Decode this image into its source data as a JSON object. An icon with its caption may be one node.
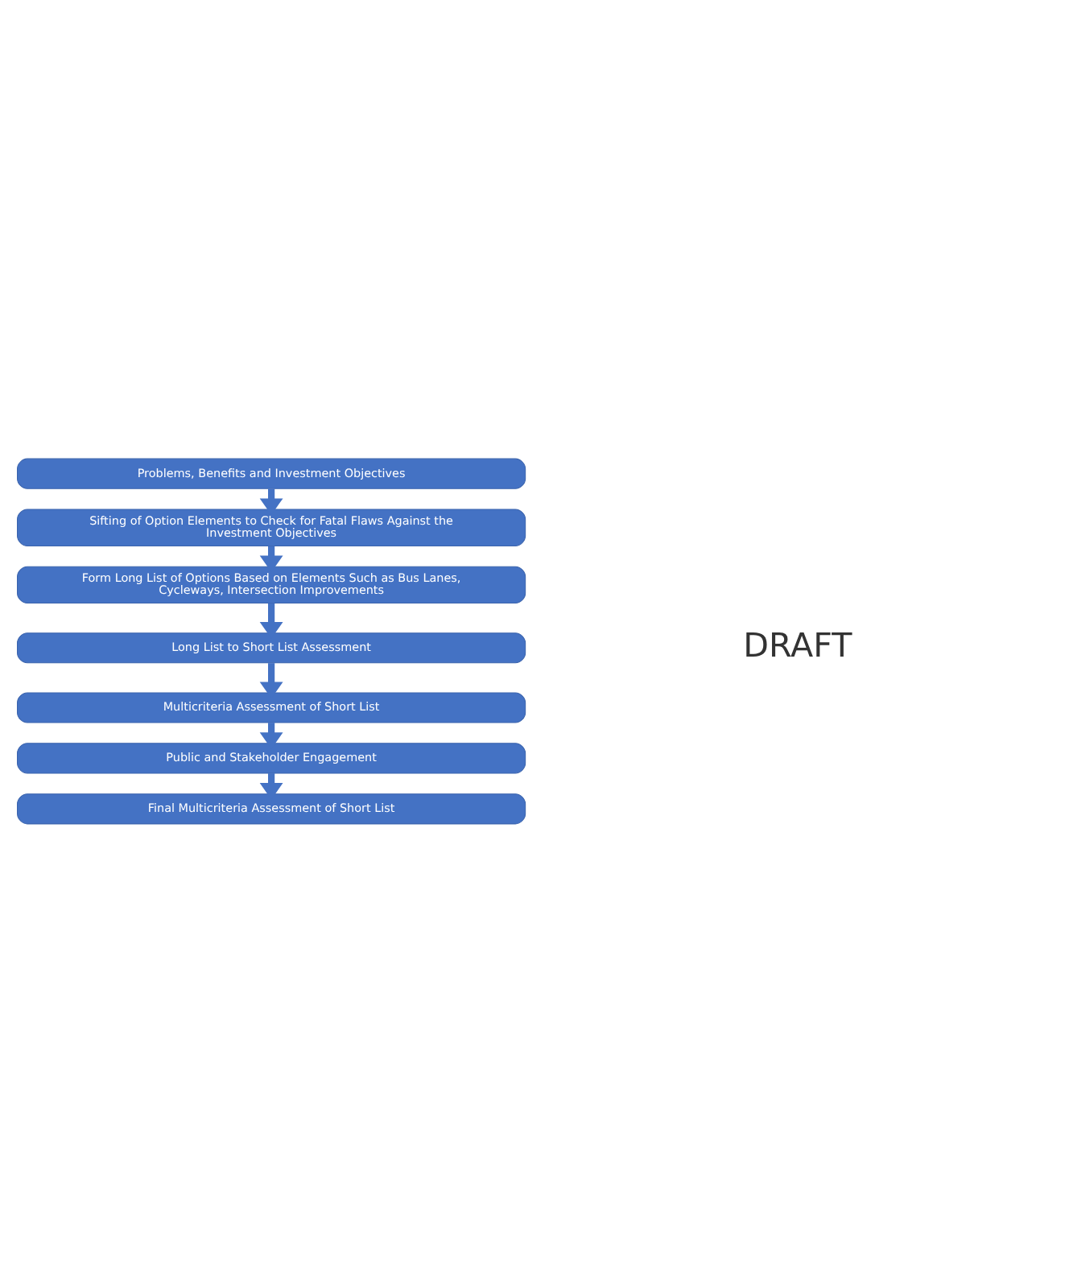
{
  "diagram": {
    "nodes": [
      {
        "text": [
          "Problems, Benefits and Investment Objectives"
        ]
      },
      {
        "text": [
          "Sifting of Option Elements to Check for Fatal Flaws Against the Investment Objectives"
        ]
      },
      {
        "text": [
          "Form Long List of Options Based on Elements Such as Bus Lanes, Cycleways, Intersection Improvements"
        ]
      },
      {
        "text": [
          "Long List to Short List Assessment"
        ]
      },
      {
        "text": [
          "Multicriteria Assessment of Short List"
        ]
      },
      {
        "text": [
          "Public and Stakeholder Engagement"
        ]
      },
      {
        "text": [
          "Final Multicriteria Assessment of Short List"
        ]
      }
    ],
    "edges": [
      {
        "from": 0,
        "to": 1,
        "arrow": "to"
      },
      {
        "from": 1,
        "to": 2,
        "arrow": "to"
      },
      {
        "from": 2,
        "to": 3,
        "arrow": "to"
      },
      {
        "from": 3,
        "to": 4,
        "arrow": "to"
      },
      {
        "from": 4,
        "to": 5,
        "arrow": "to"
      },
      {
        "from": 5,
        "to": 6,
        "arrow": "to"
      }
    ],
    "labels": [
      "DRAFT"
    ]
  }
}
